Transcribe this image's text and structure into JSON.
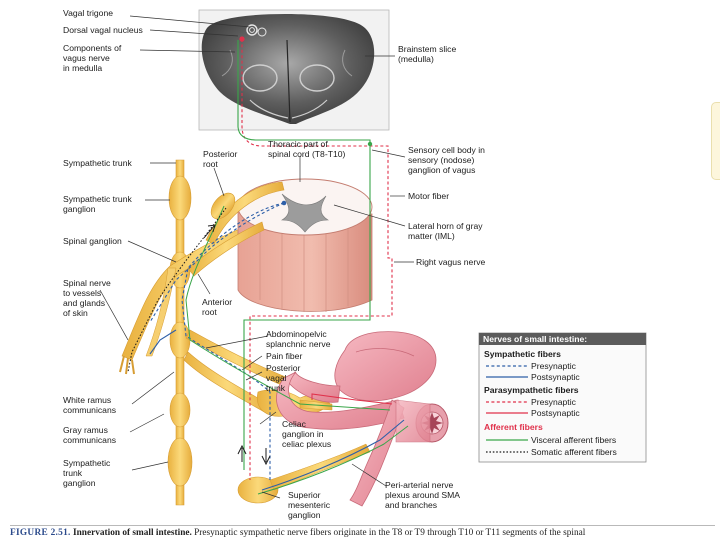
{
  "labels": {
    "vagal_trigone": "Vagal trigone",
    "dorsal_vagal_nucleus": "Dorsal vagal nucleus",
    "components_l1": "Components of",
    "components_l2": "vagus nerve",
    "components_l3": "in medulla",
    "brainstem_l1": "Brainstem slice",
    "brainstem_l2": "(medulla)",
    "thoracic_l1": "Thoracic part of",
    "thoracic_l2": "spinal cord (T8-T10)",
    "posterior_root_l1": "Posterior",
    "posterior_root_l2": "root",
    "sympathetic_trunk": "Sympathetic trunk",
    "trunk_ganglion_l1": "Sympathetic trunk",
    "trunk_ganglion_l2": "ganglion",
    "spinal_ganglion": "Spinal ganglion",
    "spinal_nerve_l1": "Spinal nerve",
    "spinal_nerve_l2": "to vessels",
    "spinal_nerve_l3": "and glands",
    "spinal_nerve_l4": "of skin",
    "anterior_root_l1": "Anterior",
    "anterior_root_l2": "root",
    "white_ramus_l1": "White ramus",
    "white_ramus_l2": "communicans",
    "gray_ramus_l1": "Gray ramus",
    "gray_ramus_l2": "communicans",
    "symp_trunk_ganglion_l1": "Sympathetic",
    "symp_trunk_ganglion_l2": "trunk",
    "symp_trunk_ganglion_l3": "ganglion",
    "sensory_l1": "Sensory cell body in",
    "sensory_l2": "sensory (nodose)",
    "sensory_l3": "ganglion of vagus",
    "motor_fiber": "Motor fiber",
    "lateral_horn_l1": "Lateral horn of gray",
    "lateral_horn_l2": "matter (IML)",
    "right_vagus": "Right vagus nerve",
    "abdominopelvic_l1": "Abdominopelvic",
    "abdominopelvic_l2": "splanchnic nerve",
    "pain_fiber": "Pain fiber",
    "posterior_vagal_l1": "Posterior",
    "posterior_vagal_l2": "vagal",
    "posterior_vagal_l3": "trunk",
    "celiac_l1": "Celiac",
    "celiac_l2": "ganglion in",
    "celiac_l3": "celiac plexus",
    "superior_mesenteric_l1": "Superior",
    "superior_mesenteric_l2": "mesenteric",
    "superior_mesenteric_l3": "ganglion",
    "periarterial_l1": "Peri-arterial nerve",
    "periarterial_l2": "plexus around SMA",
    "periarterial_l3": "and branches"
  },
  "legend": {
    "title": "Nerves of small intestine:",
    "sympathetic_heading": "Sympathetic fibers",
    "sympathetic_pre": "Presynaptic",
    "sympathetic_post": "Postsynaptic",
    "parasympathetic_heading": "Parasympathetic fibers",
    "parasympathetic_pre": "Presynaptic",
    "parasympathetic_post": "Postsynaptic",
    "afferent_heading": "Afferent fibers",
    "visceral_afferent": "Visceral afferent fibers",
    "somatic_afferent": "Somatic afferent fibers"
  },
  "caption": {
    "figure": "FIGURE 2.51.",
    "title": "Innervation of small intestine.",
    "text": "Presynaptic sympathetic nerve fibers originate in the T8 or T9 through T10 or T11 segments of the spinal"
  },
  "colors": {
    "sympathetic": "#2e5fa8",
    "parasympathetic": "#e0304a",
    "visceral_afferent": "#3aa64a",
    "somatic_afferent": "#1c1c1c",
    "nerve_fill": "#f3c55e",
    "intestine_fill": "#f0a6b2",
    "spinal_cord_fill": "#e9a898",
    "legend_title_bg": "#5b5b5b",
    "afferent_heading": "#e0304a"
  }
}
